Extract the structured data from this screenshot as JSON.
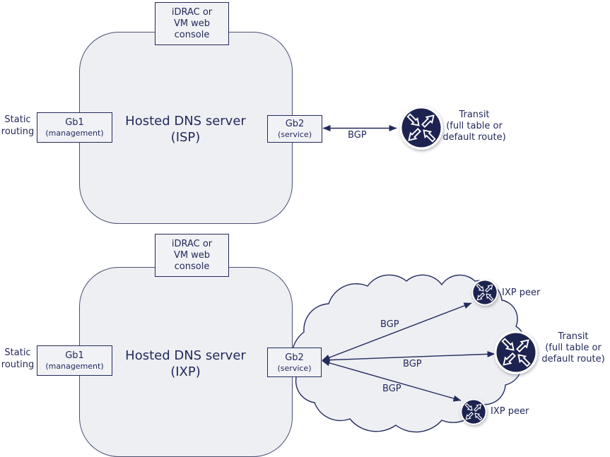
{
  "colors": {
    "ink": "#232a5c",
    "panel_fill": "#edeff3",
    "panel_border": "#4a5070",
    "small_box_fill": "#f1f2f6",
    "router_fill": "#1d2350",
    "background": "#ffffff"
  },
  "diagrams": [
    {
      "console_label": "iDRAC or\nVM web\nconsole",
      "title": "Hosted DNS server\n(ISP)",
      "left_note": "Static\nrouting",
      "gb1": {
        "name": "Gb1",
        "role": "(management)"
      },
      "gb2": {
        "name": "Gb2",
        "role": "(service)"
      },
      "links": [
        {
          "label": "BGP",
          "peer": "Transit\n(full table or\ndefault route)",
          "icon": "router-icon"
        }
      ]
    },
    {
      "console_label": "iDRAC or\nVM web\nconsole",
      "title": "Hosted DNS server\n(IXP)",
      "left_note": "Static\nrouting",
      "gb1": {
        "name": "Gb1",
        "role": "(management)"
      },
      "gb2": {
        "name": "Gb2",
        "role": "(service)"
      },
      "links": [
        {
          "label": "BGP",
          "peer": "IXP peer",
          "icon": "router-icon"
        },
        {
          "label": "BGP",
          "peer": "Transit\n(full table or\ndefault route)",
          "icon": "router-icon"
        },
        {
          "label": "BGP",
          "peer": "IXP peer",
          "icon": "router-icon"
        }
      ]
    }
  ]
}
